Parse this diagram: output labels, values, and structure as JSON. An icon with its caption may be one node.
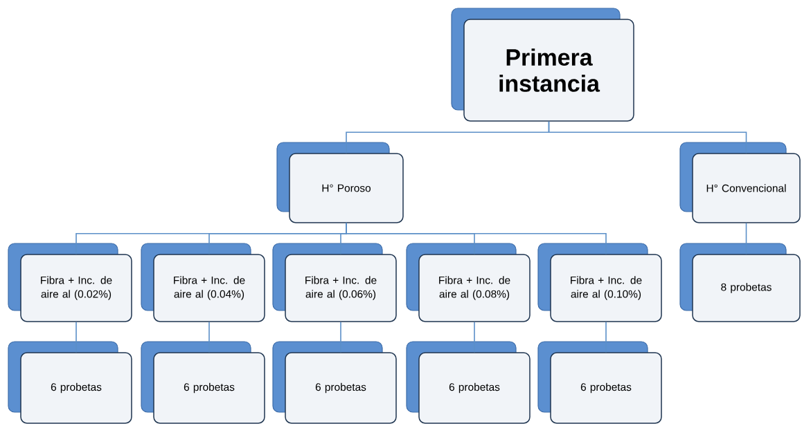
{
  "diagram": {
    "nodes": [
      {
        "text": [
          "Primera instancia"
        ]
      },
      {
        "text": [
          "H° Poroso"
        ]
      },
      {
        "text": [
          "H° Convencional"
        ]
      },
      {
        "text": [
          "Fibra + Inc. de aire al (0.02%)"
        ]
      },
      {
        "text": [
          "Fibra + Inc. de aire al (0.04%)"
        ]
      },
      {
        "text": [
          "Fibra + Inc. de aire al (0.06%)"
        ]
      },
      {
        "text": [
          "Fibra + Inc. de aire al (0.08%)"
        ]
      },
      {
        "text": [
          "Fibra + Inc. de aire al (0.10%)"
        ]
      },
      {
        "text": [
          "8 probetas"
        ]
      },
      {
        "text": [
          "6 probetas"
        ]
      },
      {
        "text": [
          "6 probetas"
        ]
      },
      {
        "text": [
          "6 probetas"
        ]
      },
      {
        "text": [
          "6 probetas"
        ]
      },
      {
        "text": [
          "6 probetas"
        ]
      }
    ],
    "edges": [
      {
        "from": 0,
        "to": 1,
        "arrow": "none"
      },
      {
        "from": 0,
        "to": 2,
        "arrow": "none"
      },
      {
        "from": 1,
        "to": 3,
        "arrow": "none"
      },
      {
        "from": 1,
        "to": 4,
        "arrow": "none"
      },
      {
        "from": 1,
        "to": 5,
        "arrow": "none"
      },
      {
        "from": 1,
        "to": 6,
        "arrow": "none"
      },
      {
        "from": 1,
        "to": 7,
        "arrow": "none"
      },
      {
        "from": 2,
        "to": 8,
        "arrow": "none"
      },
      {
        "from": 3,
        "to": 9,
        "arrow": "none"
      },
      {
        "from": 4,
        "to": 10,
        "arrow": "none"
      },
      {
        "from": 5,
        "to": 11,
        "arrow": "none"
      },
      {
        "from": 6,
        "to": 12,
        "arrow": "none"
      },
      {
        "from": 7,
        "to": 13,
        "arrow": "none"
      }
    ]
  }
}
